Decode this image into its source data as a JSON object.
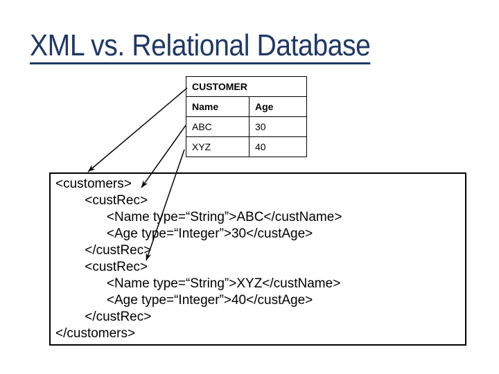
{
  "title": "XML vs. Relational Database",
  "colors": {
    "title_text": "#1F3864",
    "title_underline": "#1F3864",
    "line_and_border": "#000000",
    "background": "#FFFFFF"
  },
  "table": {
    "title": "CUSTOMER",
    "headers": [
      "Name",
      "Age"
    ],
    "rows": [
      [
        "ABC",
        "30"
      ],
      [
        "XYZ",
        "40"
      ]
    ]
  },
  "code": {
    "lines": [
      "<customers>",
      "        <custRec>",
      "              <Name type=“String”>ABC</custName>",
      "              <Age type=“Integer”>30</custAge>",
      "        </custRec>",
      "        <custRec>",
      "              <Name type=“String”>XYZ</custName>",
      "              <Age type=“Integer”>40</custAge>",
      "        </custRec>",
      "</customers>"
    ]
  },
  "connectors": [
    {
      "from": "table-title-CUSTOMER",
      "to": "customers-element"
    },
    {
      "from": "row-ABC",
      "to": "first-custRec-element"
    },
    {
      "from": "row-XYZ",
      "to": "second-custRec-element"
    }
  ]
}
